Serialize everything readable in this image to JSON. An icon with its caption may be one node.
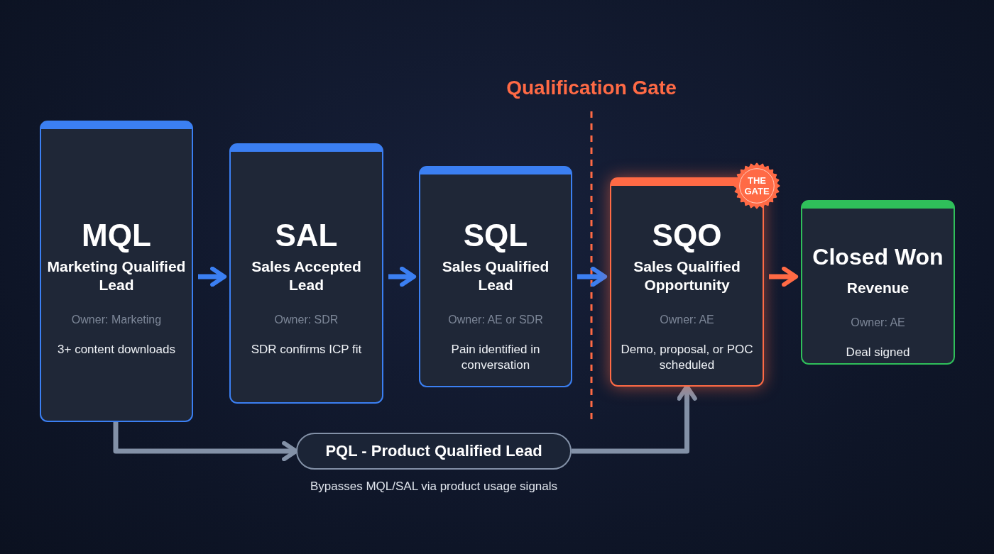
{
  "diagram": {
    "nodes": [
      {
        "text": [
          "MQL",
          "Marketing Qualified Lead",
          "Owner: Marketing",
          "3+ content downloads"
        ]
      },
      {
        "text": [
          "SAL",
          "Sales Accepted Lead",
          "Owner: SDR",
          "SDR confirms ICP fit"
        ]
      },
      {
        "text": [
          "SQL",
          "Sales Qualified Lead",
          "Owner: AE or SDR",
          "Pain identified in conversation"
        ]
      },
      {
        "text": [
          "SQO",
          "Sales Qualified Opportunity",
          "Owner: AE",
          "Demo, proposal, or POC scheduled"
        ]
      },
      {
        "text": [
          "THE GATE"
        ]
      },
      {
        "text": [
          "Closed Won",
          "Revenue",
          "Owner: AE",
          "Deal signed"
        ]
      },
      {
        "text": [
          "PQL - Product Qualified Lead"
        ],
        "beside": [
          "Bypasses MQL/SAL via product usage signals"
        ]
      }
    ],
    "edges": [
      {
        "from": 0,
        "to": 1,
        "arrow": "to"
      },
      {
        "from": 1,
        "to": 2,
        "arrow": "to"
      },
      {
        "from": 2,
        "to": 3,
        "arrow": "to"
      },
      {
        "from": 3,
        "to": 5,
        "arrow": "to",
        "color": "#ff6a45"
      },
      {
        "from": 0,
        "to": 6,
        "arrow": "to",
        "color": "#8391a7"
      },
      {
        "from": 6,
        "to": 3,
        "arrow": "to",
        "color": "#8391a7"
      }
    ],
    "labels": [
      "Qualification Gate"
    ]
  }
}
